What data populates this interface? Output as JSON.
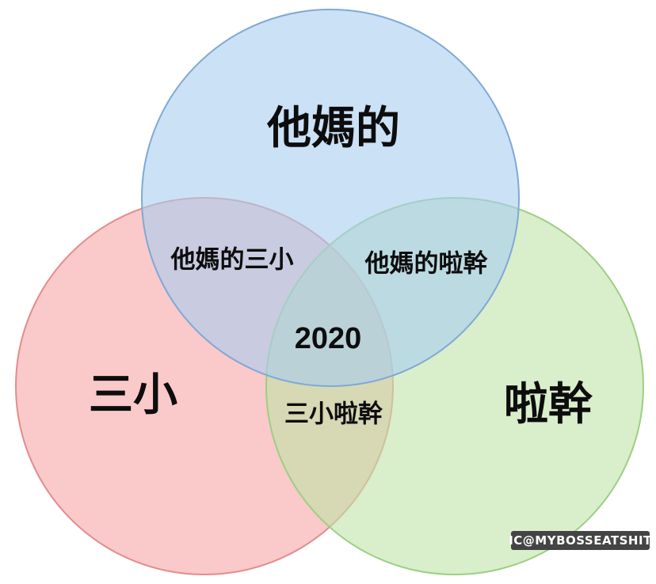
{
  "sets": {
    "top": {
      "label": "他媽的",
      "fill": "#a9cdf0",
      "stroke": "#7fa9d6"
    },
    "left": {
      "label": "三小",
      "fill": "#f7a5a5",
      "stroke": "#e38c8c"
    },
    "right": {
      "label": "啦幹",
      "fill": "#bfe3a6",
      "stroke": "#9ccf83"
    }
  },
  "intersections": {
    "top_left": "他媽的三小",
    "top_right": "他媽的啦幹",
    "left_right": "三小啦幹",
    "all": "2020"
  },
  "watermark": "IC@MYBOSSEATSHIT"
}
